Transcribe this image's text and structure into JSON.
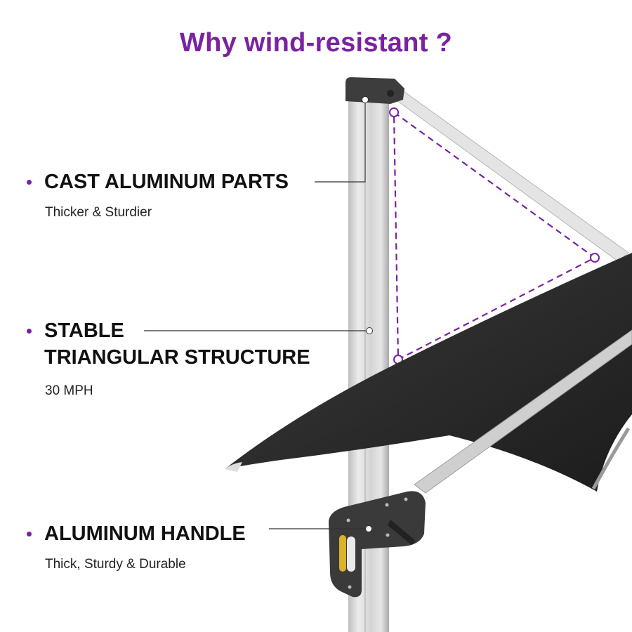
{
  "title": "Why wind-resistant ?",
  "colors": {
    "accent": "#7a22a0",
    "text": "#111111",
    "canopy": "#2a2a2a",
    "pole": "#d6d6d6",
    "handle_grip": "#d9b32b"
  },
  "features": [
    {
      "icon": "bullet-dot",
      "heading": "CAST ALUMINUM PARTS",
      "subtext": "Thicker & Sturdier"
    },
    {
      "icon": "bullet-dot",
      "heading_line1": "STABLE",
      "heading_line2": "TRIANGULAR STRUCTURE",
      "subtext": "30 MPH"
    },
    {
      "icon": "bullet-dot",
      "heading": "ALUMINUM HANDLE",
      "subtext": "Thick, Sturdy & Durable"
    }
  ]
}
